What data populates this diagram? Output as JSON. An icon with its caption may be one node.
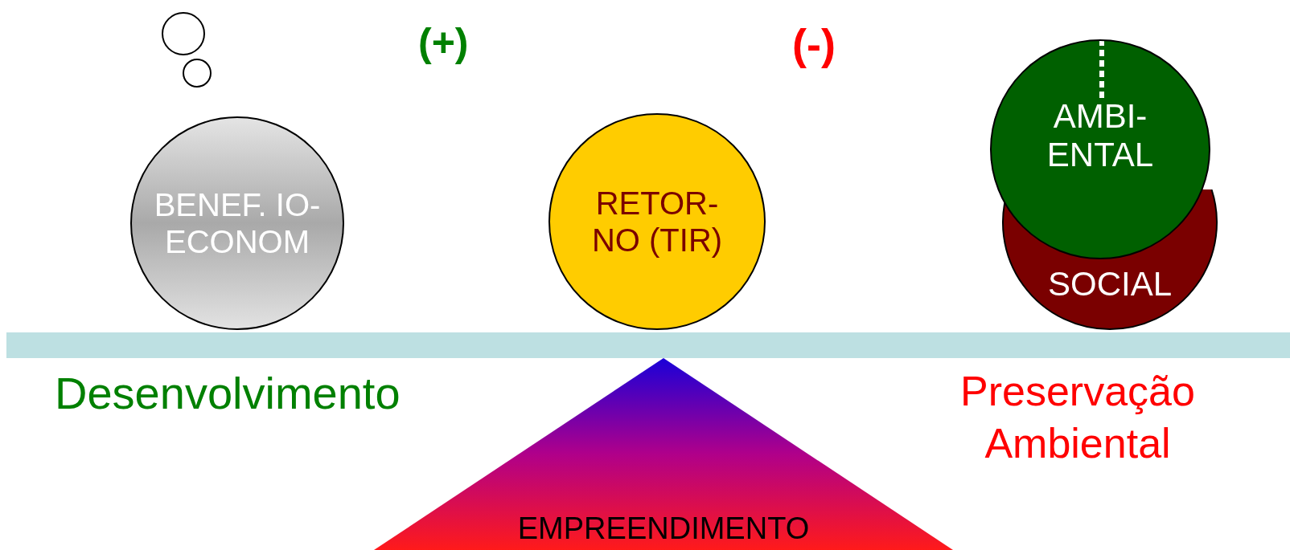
{
  "diagram": {
    "nodes": [
      {
        "text": [
          "BENEF. IO-ECONOM"
        ]
      },
      {
        "text": [
          "RETOR- NO (TIR)"
        ]
      },
      {
        "text": [
          "SOCIAL"
        ]
      },
      {
        "text": [],
        "shape": "bar"
      },
      {
        "text": [
          "AMBI- ENTAL"
        ]
      },
      {
        "text": [
          "EMPREENDIMENTO"
        ]
      }
    ],
    "labels": [
      "(+)",
      "(-)",
      "Desenvolvimento",
      "Preservação Ambiental"
    ]
  }
}
